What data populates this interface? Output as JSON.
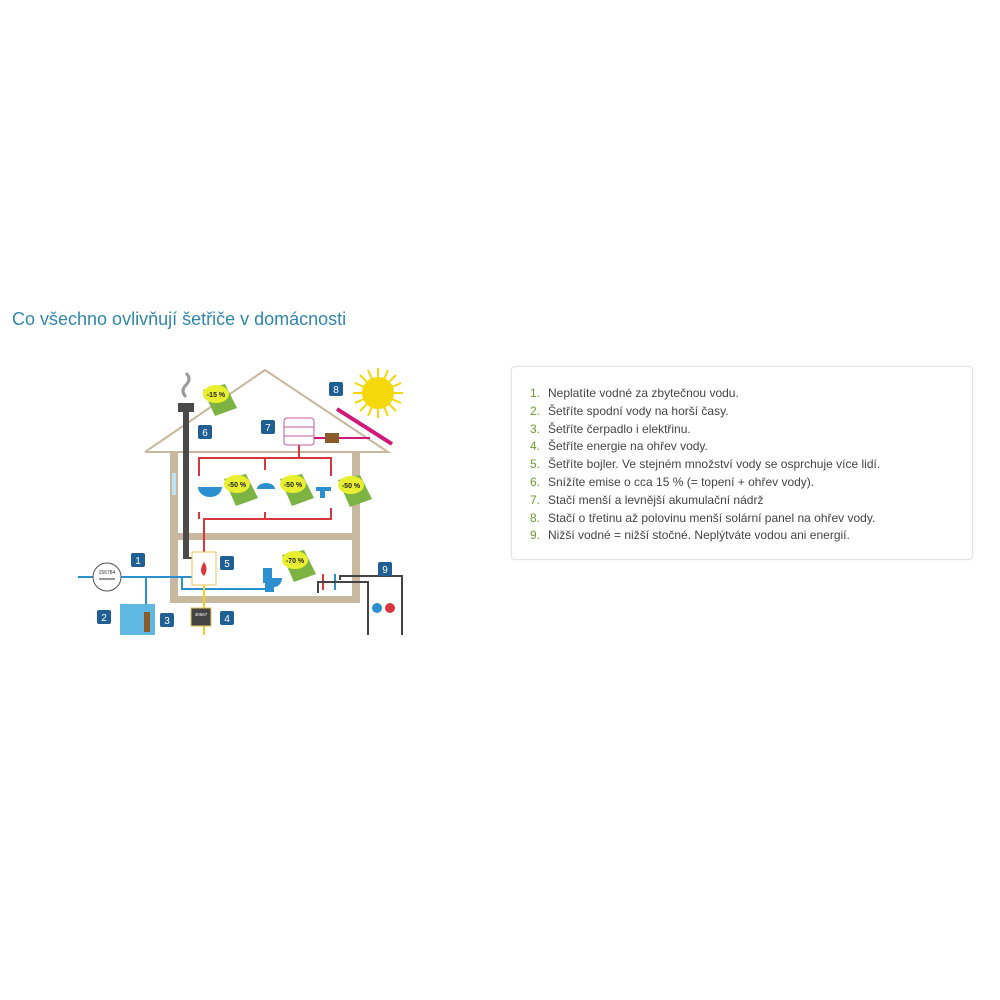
{
  "title": "Co všechno ovlivňují šetřiče v domácnosti",
  "diagram": {
    "badges": [
      "1",
      "2",
      "3",
      "4",
      "5",
      "6",
      "7",
      "8",
      "9"
    ],
    "tags": [
      "-15 %",
      "-50 %",
      "-50 %",
      "-50 %",
      "-70 %"
    ],
    "meter_reading": "156784",
    "electric_meter_reading": "40667",
    "colors": {
      "badge": "#1f5f93",
      "pipe_cold": "#2b8fd0",
      "pipe_hot": "#d9363e",
      "wall": "#c8b8a0",
      "tag": "#e8ef30",
      "tag_green": "#7cb342",
      "sun": "#f5d80a",
      "solar": "#d0187a"
    }
  },
  "list": [
    {
      "num": "1.",
      "text": "Neplatíte vodné za zbytečnou vodu."
    },
    {
      "num": "2.",
      "text": "Šetříte spodní vody na horší časy."
    },
    {
      "num": "3.",
      "text": "Šetříte čerpadlo i elektřinu."
    },
    {
      "num": "4.",
      "text": "Šetříte energie na ohřev vody."
    },
    {
      "num": "5.",
      "text": "Šetříte bojler. Ve stejném množství vody se osprchuje více lidí."
    },
    {
      "num": "6.",
      "text": "Snížíte emise o cca 15 % (= topení + ohřev vody)."
    },
    {
      "num": "7.",
      "text": "Stačí menší a levnější akumulační nádrž"
    },
    {
      "num": "8.",
      "text": "Stačí o třetinu až polovinu menší solární panel na ohřev vody."
    },
    {
      "num": "9.",
      "text": "Nižší vodné = nižší stočné. Neplýtváte vodou ani energií."
    }
  ]
}
